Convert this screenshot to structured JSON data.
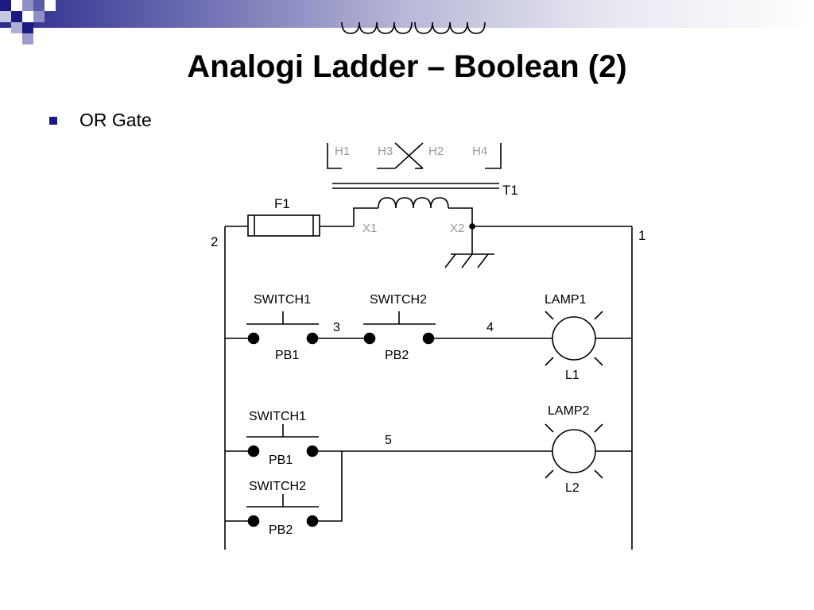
{
  "slide": {
    "title": "Analogi Ladder – Boolean (2)",
    "bullet": "OR Gate"
  },
  "colors": {
    "accent": "#1a1a80",
    "wire": "#000000",
    "label_grey": "#9a9a9a"
  },
  "diagram": {
    "transformer": {
      "name": "T1",
      "primary": [
        "H1",
        "H3",
        "H2",
        "H4"
      ],
      "secondary": [
        "X1",
        "X2"
      ]
    },
    "fuse": "F1",
    "nodes": {
      "left_rail": "2",
      "right_rail": "1",
      "n3": "3",
      "n4": "4",
      "n5": "5"
    },
    "rung1": {
      "switch1": {
        "label": "SWITCH1",
        "pb": "PB1"
      },
      "switch2": {
        "label": "SWITCH2",
        "pb": "PB2"
      },
      "lamp": {
        "label": "LAMP1",
        "id": "L1"
      }
    },
    "rung2": {
      "switch1": {
        "label": "SWITCH1",
        "pb": "PB1"
      },
      "switch2": {
        "label": "SWITCH2",
        "pb": "PB2"
      },
      "lamp": {
        "label": "LAMP2",
        "id": "L2"
      }
    }
  }
}
